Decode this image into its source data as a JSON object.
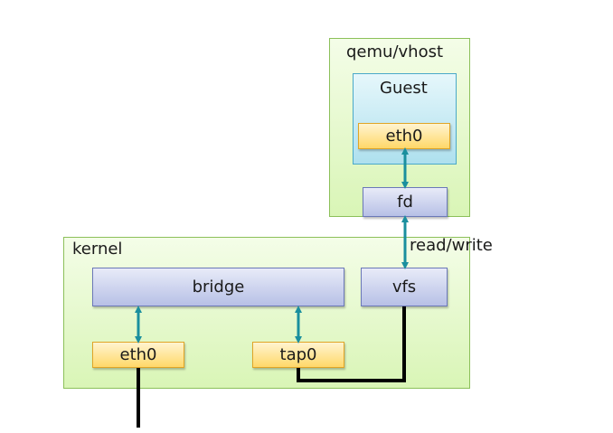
{
  "qemu": {
    "title": "qemu/vhost"
  },
  "guest": {
    "title": "Guest",
    "nic_label": "eth0"
  },
  "fd": {
    "label": "fd"
  },
  "kernel": {
    "title": "kernel",
    "bridge_label": "bridge",
    "vfs_label": "vfs",
    "eth0_label": "eth0",
    "tap0_label": "tap0"
  },
  "link": {
    "label": "read/write"
  },
  "colors": {
    "arrow": "#1a8f9e",
    "wire": "#000000"
  }
}
